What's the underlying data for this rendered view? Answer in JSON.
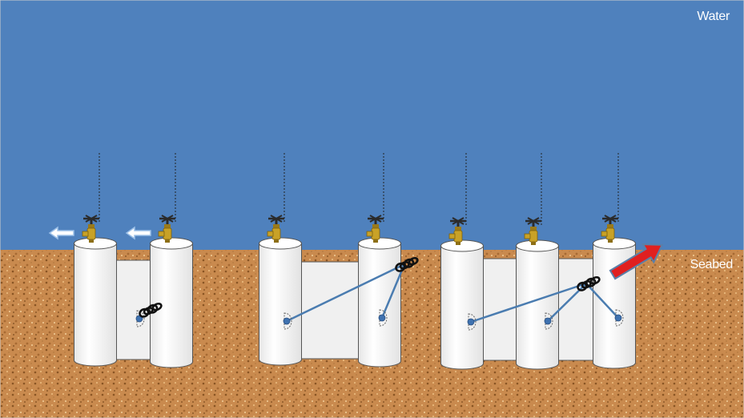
{
  "labels": {
    "water": "Water",
    "seabed": "Seabed"
  },
  "colors": {
    "water": "#4f81bd",
    "seabed": "#c98a4e",
    "pipe": "#ffffff",
    "panel": "#f0f0f0",
    "cable": "#4a7cb0",
    "valve_brass": "#c9a227",
    "valve_dark": "#2b2b2b",
    "pull_arrow": "#e02020",
    "small_arrow": "#ffffff"
  },
  "icons": {
    "valve": "valve-icon",
    "chain": "chain-shackle-icon",
    "anchor_eye": "anchor-eye-icon",
    "move_arrow": "arrow-left-icon",
    "pull_arrow": "arrow-up-right-icon"
  },
  "groups": [
    {
      "id": "group-1",
      "cylinders": 2,
      "chains": 1,
      "cables": 0,
      "move_arrows": 2
    },
    {
      "id": "group-2",
      "cylinders": 2,
      "chains": 1,
      "cables": 2,
      "move_arrows": 0
    },
    {
      "id": "group-3",
      "cylinders": 3,
      "chains": 1,
      "cables": 3,
      "move_arrows": 0,
      "pull_arrow": 1
    }
  ]
}
